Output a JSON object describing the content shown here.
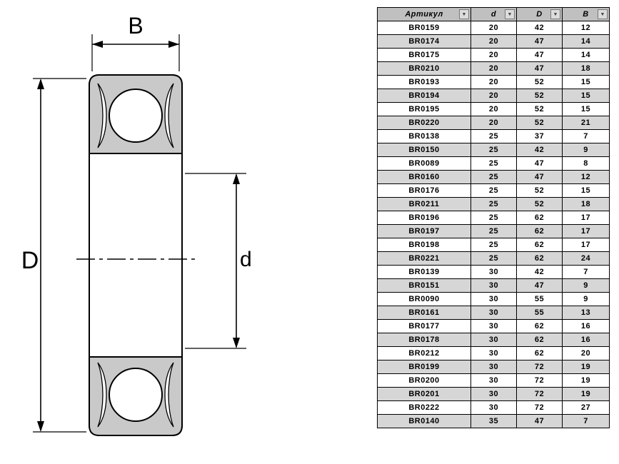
{
  "diagram": {
    "label_B": "B",
    "label_D": "D",
    "label_d": "d"
  },
  "table": {
    "headers": [
      "Артикул",
      "d",
      "D",
      "B"
    ],
    "filter_icon": "▼",
    "rows": [
      [
        "BR0159",
        "20",
        "42",
        "12"
      ],
      [
        "BR0174",
        "20",
        "47",
        "14"
      ],
      [
        "BR0175",
        "20",
        "47",
        "14"
      ],
      [
        "BR0210",
        "20",
        "47",
        "18"
      ],
      [
        "BR0193",
        "20",
        "52",
        "15"
      ],
      [
        "BR0194",
        "20",
        "52",
        "15"
      ],
      [
        "BR0195",
        "20",
        "52",
        "15"
      ],
      [
        "BR0220",
        "20",
        "52",
        "21"
      ],
      [
        "BR0138",
        "25",
        "37",
        "7"
      ],
      [
        "BR0150",
        "25",
        "42",
        "9"
      ],
      [
        "BR0089",
        "25",
        "47",
        "8"
      ],
      [
        "BR0160",
        "25",
        "47",
        "12"
      ],
      [
        "BR0176",
        "25",
        "52",
        "15"
      ],
      [
        "BR0211",
        "25",
        "52",
        "18"
      ],
      [
        "BR0196",
        "25",
        "62",
        "17"
      ],
      [
        "BR0197",
        "25",
        "62",
        "17"
      ],
      [
        "BR0198",
        "25",
        "62",
        "17"
      ],
      [
        "BR0221",
        "25",
        "62",
        "24"
      ],
      [
        "BR0139",
        "30",
        "42",
        "7"
      ],
      [
        "BR0151",
        "30",
        "47",
        "9"
      ],
      [
        "BR0090",
        "30",
        "55",
        "9"
      ],
      [
        "BR0161",
        "30",
        "55",
        "13"
      ],
      [
        "BR0177",
        "30",
        "62",
        "16"
      ],
      [
        "BR0178",
        "30",
        "62",
        "16"
      ],
      [
        "BR0212",
        "30",
        "62",
        "20"
      ],
      [
        "BR0199",
        "30",
        "72",
        "19"
      ],
      [
        "BR0200",
        "30",
        "72",
        "19"
      ],
      [
        "BR0201",
        "30",
        "72",
        "19"
      ],
      [
        "BR0222",
        "30",
        "72",
        "27"
      ],
      [
        "BR0140",
        "35",
        "47",
        "7"
      ]
    ]
  },
  "colors": {
    "header_bg": "#c0c0c0",
    "row_alt_bg": "#d6d6d6",
    "ring_fill": "#c9c9c9",
    "border": "#000000"
  }
}
